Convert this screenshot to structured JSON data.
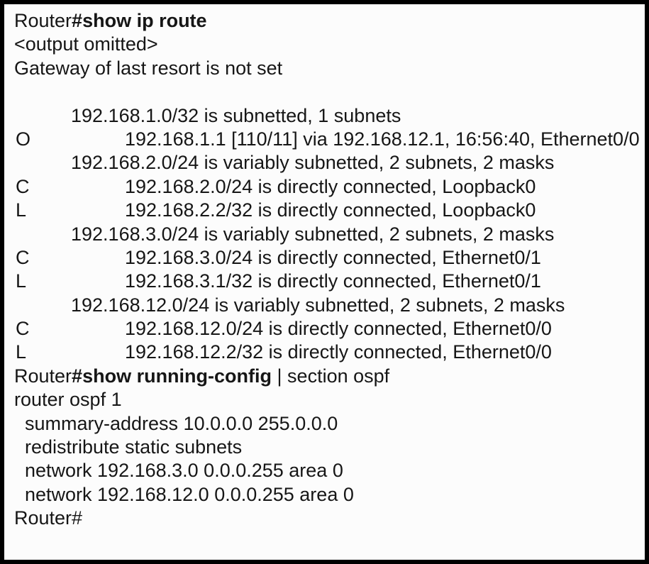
{
  "window": {
    "background_color": "#fcfcfc",
    "border_color": "#000000",
    "text_color": "#161616"
  },
  "terminal": {
    "lines": [
      {
        "indent": "base",
        "segments": [
          {
            "text": "Router",
            "bold": false
          },
          {
            "text": "#show ip route",
            "bold": true
          }
        ]
      },
      {
        "indent": "base",
        "segments": [
          {
            "text": "<output omitted>",
            "bold": false
          }
        ]
      },
      {
        "indent": "base",
        "segments": [
          {
            "text": "Gateway of last resort is not set",
            "bold": false
          }
        ]
      },
      {
        "indent": "base",
        "segments": []
      },
      {
        "indent": "summary",
        "segments": [
          {
            "text": "192.168.1.0/32 is subnetted, 1 subnets",
            "bold": false
          }
        ]
      },
      {
        "letter": "O",
        "indent": "detail",
        "segments": [
          {
            "text": "192.168.1.1 [110/11] via 192.168.12.1, 16:56:40, Ethernet0/0",
            "bold": false
          }
        ]
      },
      {
        "indent": "summary",
        "segments": [
          {
            "text": "192.168.2.0/24 is variably subnetted, 2 subnets, 2 masks",
            "bold": false
          }
        ]
      },
      {
        "letter": "C",
        "indent": "detail",
        "segments": [
          {
            "text": "192.168.2.0/24 is directly connected, Loopback0",
            "bold": false
          }
        ]
      },
      {
        "letter": "L",
        "indent": "detail",
        "segments": [
          {
            "text": "192.168.2.2/32 is directly connected, Loopback0",
            "bold": false
          }
        ]
      },
      {
        "indent": "summary",
        "segments": [
          {
            "text": "192.168.3.0/24 is variably subnetted, 2 subnets, 2 masks",
            "bold": false
          }
        ]
      },
      {
        "letter": "C",
        "indent": "detail",
        "segments": [
          {
            "text": "192.168.3.0/24 is directly connected, Ethernet0/1",
            "bold": false
          }
        ]
      },
      {
        "letter": "L",
        "indent": "detail",
        "segments": [
          {
            "text": "192.168.3.1/32 is directly connected, Ethernet0/1",
            "bold": false
          }
        ]
      },
      {
        "indent": "summary",
        "segments": [
          {
            "text": "192.168.12.0/24 is variably subnetted, 2 subnets, 2 masks",
            "bold": false
          }
        ]
      },
      {
        "letter": "C",
        "indent": "detail",
        "segments": [
          {
            "text": "192.168.12.0/24 is directly connected, Ethernet0/0",
            "bold": false
          }
        ]
      },
      {
        "letter": "L",
        "indent": "detail",
        "segments": [
          {
            "text": "192.168.12.2/32 is directly connected, Ethernet0/0",
            "bold": false
          }
        ]
      },
      {
        "indent": "base",
        "segments": [
          {
            "text": "Router",
            "bold": false
          },
          {
            "text": "#show running-config",
            "bold": true
          },
          {
            "text": " | section ospf",
            "bold": false
          }
        ]
      },
      {
        "indent": "base",
        "segments": [
          {
            "text": "router ospf 1",
            "bold": false
          }
        ]
      },
      {
        "indent": "config",
        "segments": [
          {
            "text": "summary-address 10.0.0.0 255.0.0.0",
            "bold": false
          }
        ]
      },
      {
        "indent": "config",
        "segments": [
          {
            "text": "redistribute static subnets",
            "bold": false
          }
        ]
      },
      {
        "indent": "config",
        "segments": [
          {
            "text": "network 192.168.3.0 0.0.0.255 area 0",
            "bold": false
          }
        ]
      },
      {
        "indent": "config",
        "segments": [
          {
            "text": "network 192.168.12.0 0.0.0.255 area 0",
            "bold": false
          }
        ]
      },
      {
        "indent": "base",
        "segments": [
          {
            "text": "Router#",
            "bold": false
          }
        ]
      }
    ]
  }
}
